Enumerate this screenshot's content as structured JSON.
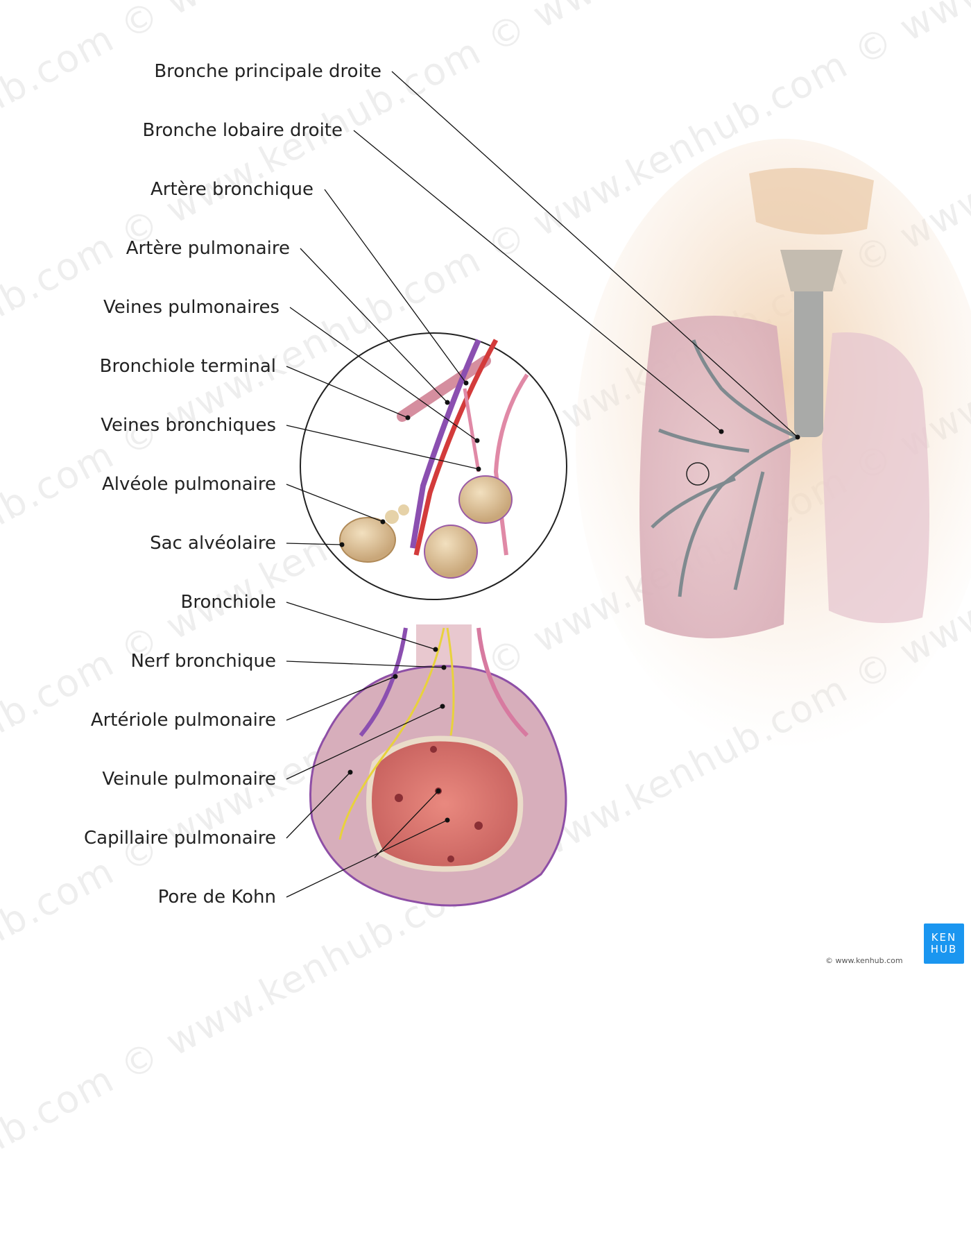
{
  "labels": [
    "Bronche principale droite",
    "Bronche lobaire droite",
    "Artère bronchique",
    "Artère pulmonaire",
    "Veines pulmonaires",
    "Bronchiole terminal",
    "Veines bronchiques",
    "Alvéole pulmonaire",
    "Sac alvéolaire",
    "Bronchiole",
    "Nerf bronchique",
    "Artériole pulmonaire",
    "Veinule pulmonaire",
    "Capillaire pulmonaire",
    "Pore de Kohn"
  ],
  "watermark": "www.kenhub.com © www.kenhub.com © www.kenhub.com © www.kenhub.com ©",
  "logo": {
    "line1": "KEN",
    "line2": "HUB",
    "color": "#1a96f0"
  },
  "copyright": "© www.kenhub.com"
}
